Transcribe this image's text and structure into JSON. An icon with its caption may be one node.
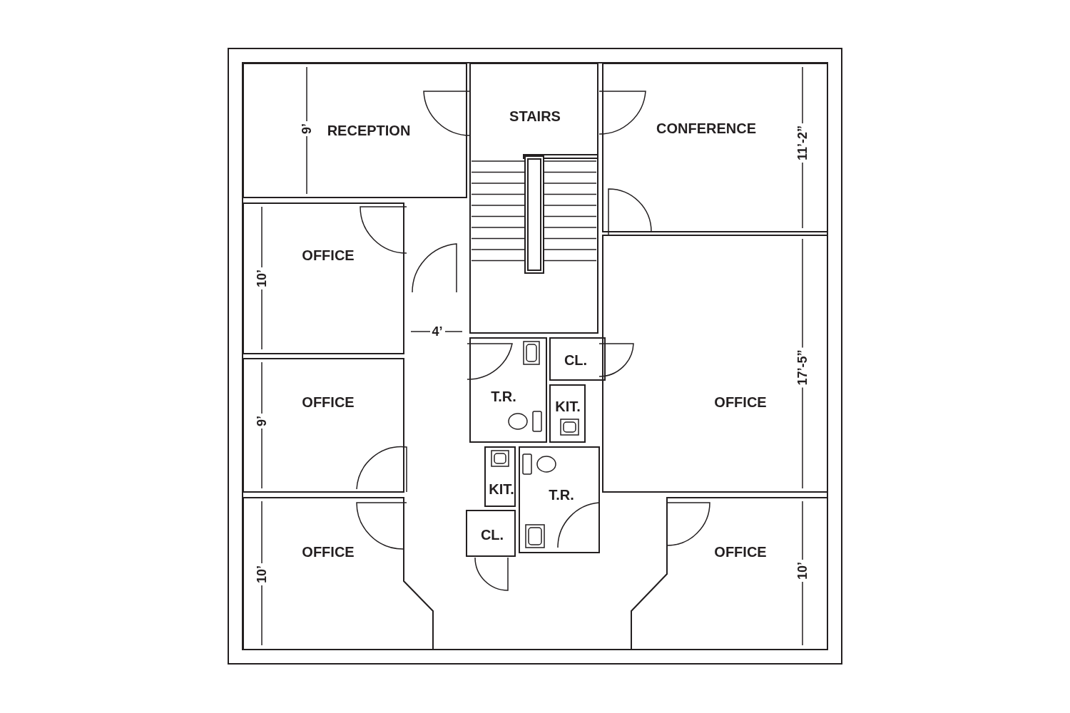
{
  "diagram": {
    "nodes": [
      {
        "text": [
          "RECEPTION"
        ]
      },
      {
        "text": [
          "STAIRS"
        ]
      },
      {
        "text": [
          "CONFERENCE"
        ]
      },
      {
        "text": [
          "OFFICE"
        ]
      },
      {
        "text": [
          "T.R."
        ]
      },
      {
        "text": [
          "CL."
        ]
      },
      {
        "text": [
          "KIT."
        ]
      },
      {
        "text": [
          "OFFICE"
        ]
      },
      {
        "text": [
          "OFFICE"
        ]
      },
      {
        "text": [
          "KIT."
        ]
      },
      {
        "text": [
          "T.R."
        ]
      },
      {
        "text": [
          "CL."
        ]
      },
      {
        "text": [
          "OFFICE"
        ]
      },
      {
        "text": [
          "OFFICE"
        ]
      }
    ],
    "labels": [
      "9’",
      "11’-2”",
      "10’",
      "4’",
      "17’-5”",
      "9’",
      "10’",
      "10’"
    ]
  }
}
